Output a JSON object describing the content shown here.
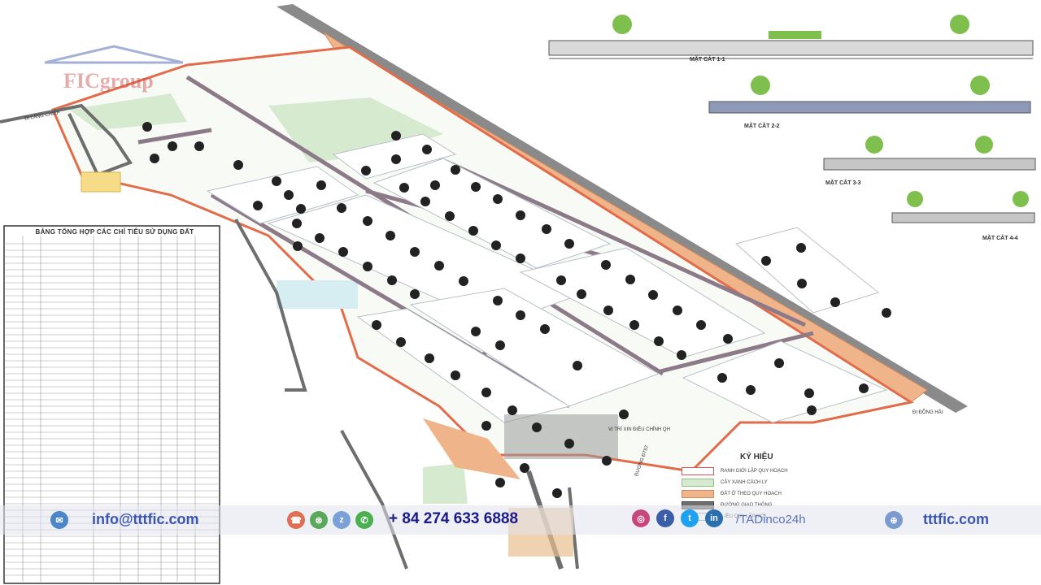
{
  "watermark": {
    "brand": "FICgroup"
  },
  "cross_sections": [
    {
      "label": "MẶT CẮT 1-1"
    },
    {
      "label": "MẶT CẮT 2-2"
    },
    {
      "label": "MẶT CẮT 3-3"
    },
    {
      "label": "MẶT CẮT 4-4"
    }
  ],
  "land_use_table": {
    "title": "BẢNG TỔNG HỢP CÁC CHỈ TIÊU SỬ DỤNG ĐẤT"
  },
  "map_labels": {
    "adjustment_site": "VỊ TRÍ XIN ĐIỀU CHỈNH QH",
    "road_east": "ĐI ĐỒNG HẢI",
    "road_south": "ĐƯỜNG ĐT57",
    "road_west": "ĐI LÁNG CHIẾP"
  },
  "legend": {
    "title": "KÝ HIỆU",
    "items": [
      {
        "label": "RANH GIỚI LẬP QUY HOẠCH",
        "color": "#ffffff",
        "border": "#e05050"
      },
      {
        "label": "CÂY XANH CÁCH LY",
        "color": "#d6ead0",
        "border": "#8fbf80"
      },
      {
        "label": "ĐẤT Ở THEO QUY HOẠCH",
        "color": "#f0b48a",
        "border": "#d98a5a"
      },
      {
        "label": "ĐƯỜNG GIAO THÔNG",
        "color": "#6e6e6e",
        "border": "#444444"
      },
      {
        "label": "...IỀU QUY LẬP MỚI",
        "color": "#ffffff",
        "border": "#999999"
      }
    ]
  },
  "contact_bar": {
    "email": "info@tttfic.com",
    "phone": "+ 84 274 633 6888",
    "social_handle": "/TADinco24h",
    "website": "tttfic.com"
  },
  "colors": {
    "road": "#6e6e6e",
    "greenbelt": "#d6ead0",
    "residential": "#f0b48a",
    "email_icon": "#4a86c8",
    "phone_icon": "#e07055",
    "contact_text": "#3a55b5",
    "phone_text": "#1a1a8a"
  }
}
